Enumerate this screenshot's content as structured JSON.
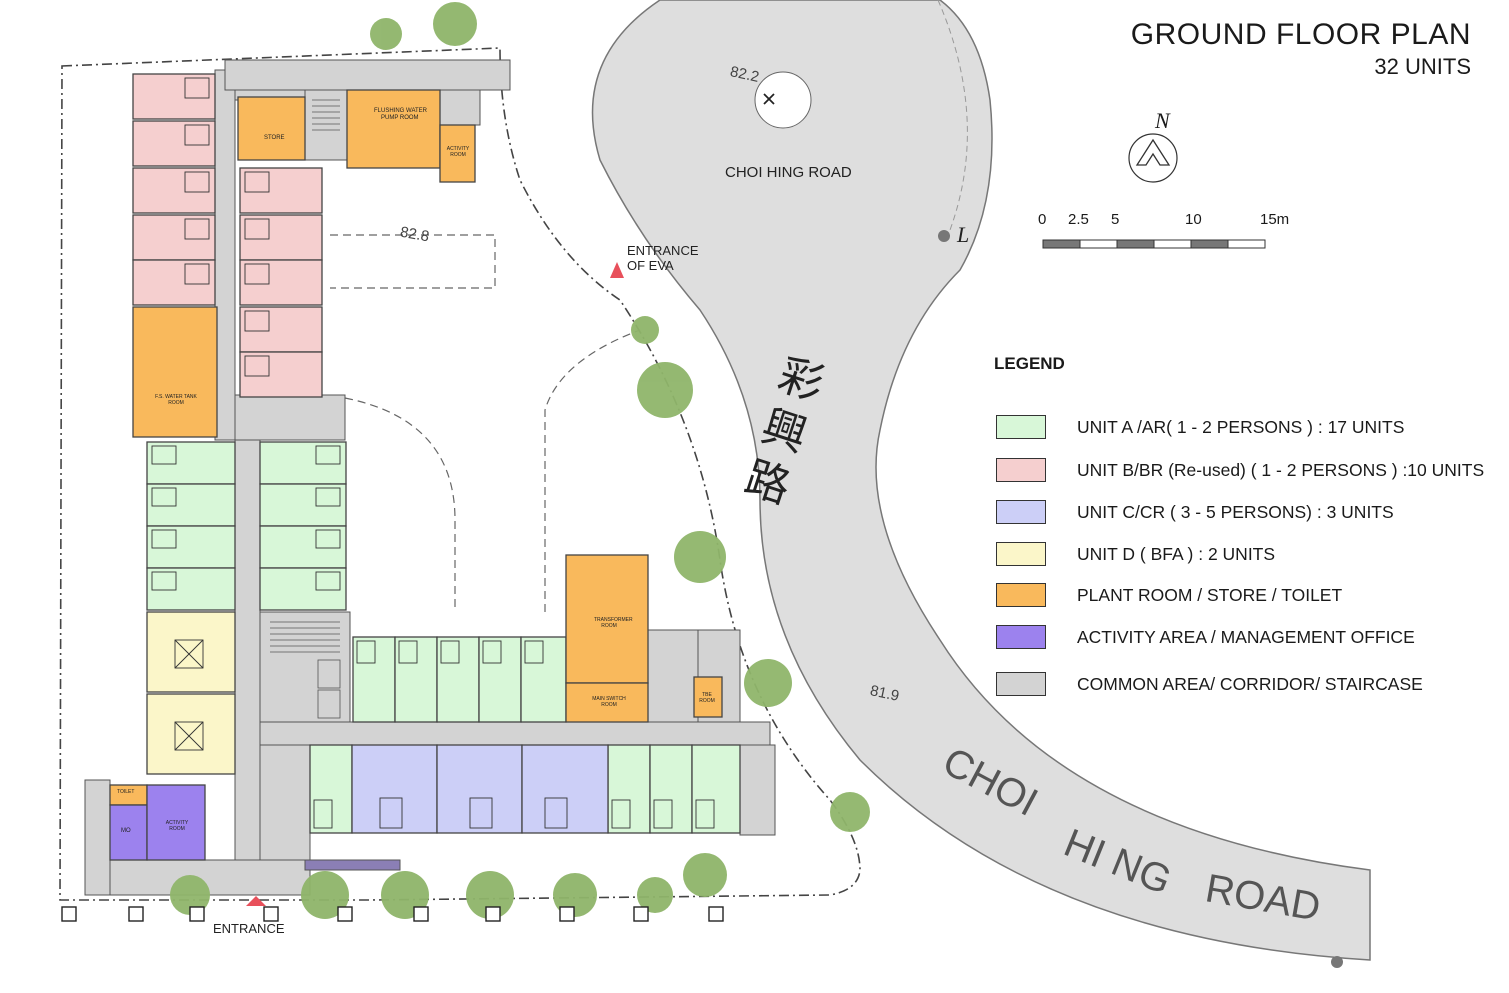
{
  "title": "GROUND FLOOR PLAN",
  "subtitle": "32 UNITS",
  "north_label": "N",
  "legend": {
    "heading": "LEGEND",
    "items": [
      {
        "label": "UNIT A /AR( 1 - 2 PERSONS )  : 17 UNITS",
        "color": "#d8f7d8"
      },
      {
        "label": "UNIT B/BR (Re-used) ( 1 - 2 PERSONS ) :10 UNITS",
        "color": "#f5cfcf"
      },
      {
        "label": "UNIT C/CR ( 3 - 5 PERSONS)  : 3 UNITS",
        "color": "#cccff7"
      },
      {
        "label": "UNIT D ( BFA ) : 2 UNITS",
        "color": "#fbf6c9"
      },
      {
        "label": "PLANT ROOM / STORE / TOILET",
        "color": "#f9b95c"
      },
      {
        "label": "ACTIVITY AREA / MANAGEMENT OFFICE",
        "color": "#9c82ee"
      },
      {
        "label": "COMMON AREA/ CORRIDOR/ STAIRCASE",
        "color": "#d3d3d3"
      }
    ]
  },
  "scale_bar": {
    "ticks": [
      "0",
      "2.5",
      "5",
      "10",
      "15m"
    ]
  },
  "map_labels": {
    "road_top": "CHOI HING ROAD",
    "road_chinese": "彩興路",
    "road_big_1": "CHOI",
    "road_big_2": "HI NG",
    "road_big_3": "ROAD",
    "entrance": "ENTRANCE",
    "entrance_eva_1": "ENTRANCE",
    "entrance_eva_2": "OF EVA",
    "level_1": "82.2",
    "level_2": "82.8",
    "level_3": "81.9",
    "marker_l": "L"
  },
  "room_labels": {
    "store": "STORE",
    "flushing_1": "FLUSHING WATER",
    "flushing_2": "PUMP ROOM",
    "activity_small": "ACTIVITY ROOM",
    "fs_tank": "F.S. WATER TANK ROOM",
    "transformer": "TRANSFORMER ROOM",
    "main_switch": "MAIN SWITCH ROOM",
    "tbe": "TBE ROOM",
    "toilet": "TOILET",
    "mo": "MO",
    "activity_room": "ACTIVITY ROOM"
  },
  "colors": {
    "unit_a": "#d8f7d8",
    "unit_b": "#f5cfcf",
    "unit_c": "#cccff7",
    "unit_d": "#fbf6c9",
    "plant": "#f9b95c",
    "activity": "#9c82ee",
    "common": "#d3d3d3",
    "road": "#dedede",
    "tree": "#8fb56a"
  }
}
